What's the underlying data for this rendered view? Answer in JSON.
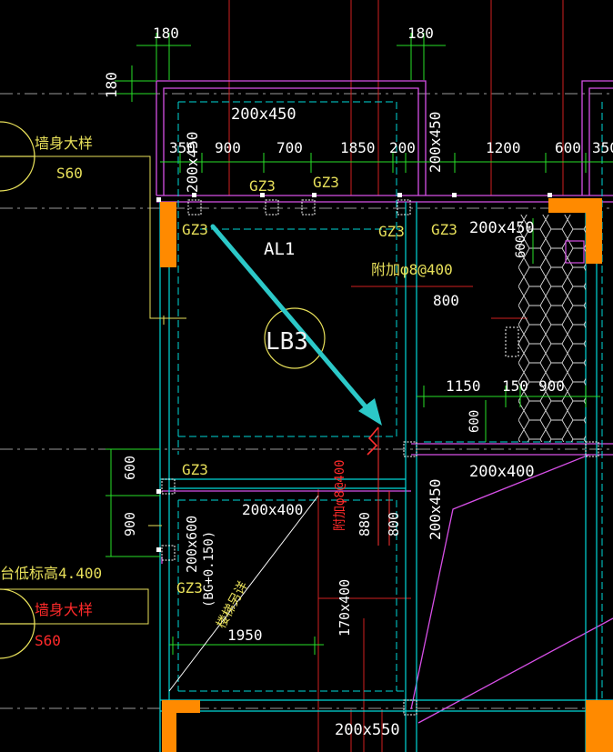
{
  "colors": {
    "background": "#000000",
    "wall_cyan": "#00d8d8",
    "beam_magenta": "#d64fe6",
    "column_orange": "#ff8a00",
    "dim_green": "#28e028",
    "text_white": "#ffffff",
    "text_yellow": "#e8e05a",
    "text_red": "#ff2a2a",
    "arrow": "#2cc8c8",
    "rebar_red": "#ff3030"
  },
  "dimensions": {
    "top_left_180": "180",
    "top_right_180": "180",
    "side_180": "180",
    "d350_left": "350",
    "d900": "900",
    "d700": "700",
    "d1850": "1850",
    "d200": "200",
    "d1200": "1200",
    "d600": "600",
    "d350_right": "350",
    "d800": "800",
    "d1150": "1150",
    "d150": "150",
    "d900_right": "900",
    "d600_vert": "600",
    "d600_right_vert": "600",
    "d600_left_vert": "600",
    "d900_left_vert": "900",
    "d1950": "1950",
    "d880": "880",
    "d800_vert": "800"
  },
  "beams": {
    "top_beam": "200x450",
    "left_vert_beam": "200x450",
    "mid_vert_beam": "200x450",
    "right_beam": "200x450",
    "mid_beam_400": "200x400",
    "lower_beam_400": "200x400",
    "lower_vert_beam": "200x450",
    "beam_600": "200x600",
    "bg_level": "(BG+0.150)",
    "beam_170": "170x400",
    "bottom_beam": "200x550"
  },
  "columns": {
    "gz_top_1": "GZ3",
    "gz_top_2": "GZ3",
    "gz_left": "GZ3",
    "gz_mid_1": "GZ3",
    "gz_mid_2": "GZ3",
    "gz_lower_left": "GZ3",
    "gz_bottom_left": "GZ3"
  },
  "labels": {
    "al1": "AL1",
    "lb3": "LB3",
    "rebar_note_1": "附加φ8@400",
    "rebar_note_2": "附加φ8@400",
    "wall_detail_top": "墙身大样",
    "wall_detail_top_ref": "S60",
    "wall_detail_bottom": "墙身大样",
    "wall_detail_bottom_ref": "S60",
    "balcony_level": "台低标高4.400",
    "stair_detail": "楼梯另详"
  }
}
